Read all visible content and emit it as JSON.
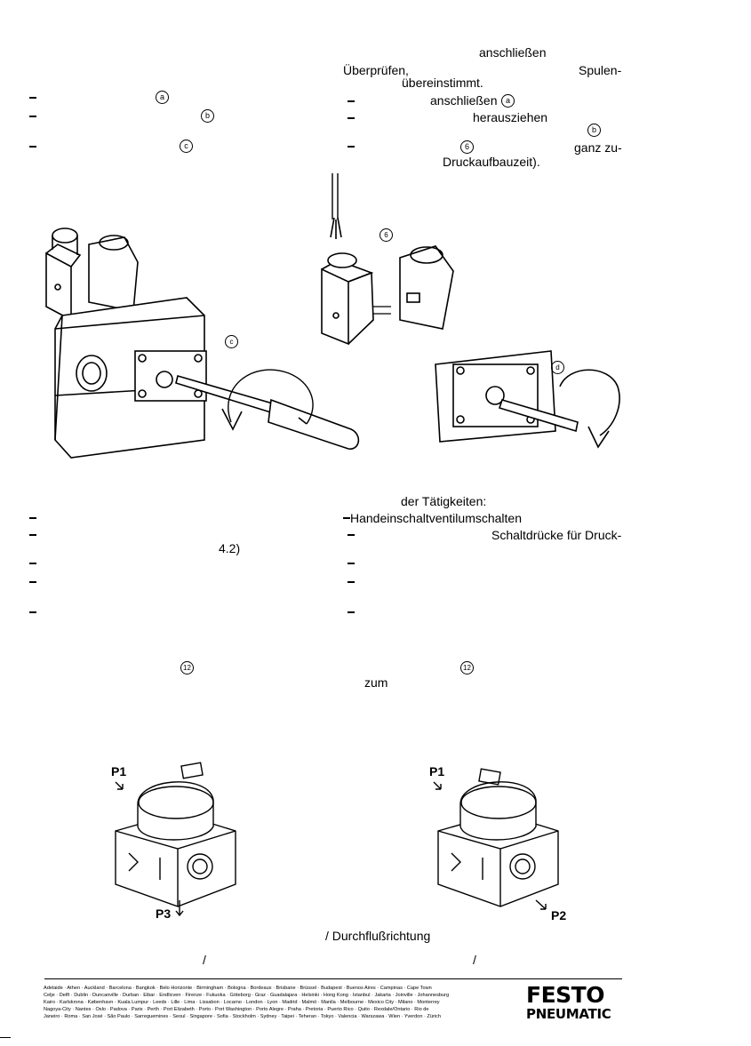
{
  "top_right": {
    "line1_word": "anschließen",
    "line2_left": "Überprüfen,",
    "line2_right": "Spulen-",
    "line3": "übereinstimmt.",
    "item1_word": "anschließen",
    "item1_marker": "a",
    "item2_word": "herausziehen",
    "item2_marker": "b",
    "item3_marker": "6",
    "item3_right": "ganz zu-",
    "item3_line2": "Druckaufbauzeit)."
  },
  "top_left": {
    "marker_a": "a",
    "marker_b": "b",
    "marker_c": "c"
  },
  "figures": {
    "fig1_callout": "c",
    "fig2_callout_top": "6",
    "fig2_callout_d": "d"
  },
  "mid": {
    "heading": "der Tätigkeiten:",
    "right_item1": "Handeinschaltventilumschalten",
    "right_item2": "Schaltdrücke für Druck-",
    "left_ref": "4.2)",
    "left_marker": "12",
    "right_marker": "12",
    "right_word": "zum"
  },
  "valves": {
    "left_p1": "P1",
    "left_p3": "P3",
    "right_p1": "P1",
    "right_p2": "P2"
  },
  "bottom": {
    "caption": "/ Durchflußrichtung",
    "slash_left": "/",
    "slash_right": "/"
  },
  "footer": {
    "cities_line1": "Adelaide · Athen · Auckland · Barcelona · Bangkok · Belo Horizonte · Birmingham · Bologna · Bordeaux · Brisbane · Brüssel · Budapest · Buenos Aires · Campinas · Cape Town",
    "cities_line2": "Celje · Delft · Dublin · Duncanville · Durban · Eibar · Endlicven · Firenze · Fukuoka · Göteborg · Graz · Guadalajara · Helsinki · Hong Kong · Istanbul · Jakarta · Joinville · Johannesburg",
    "cities_line3": "Kairo · Karlskrona · København · Kuala Lumpur · Leeds · Lille · Lima · Lissabon · Locarno · London · Lyon · Madrid · Malmö · Manila · Melbourne · Mexico City · Milano · Monterrey",
    "cities_line4": "Nagoya-City · Nantes · Oslo · Padova · Paris · Perth · Port Elizabeth · Porto · Port Washington · Porto Alegre · Praha · Pretoria · Puerto Rico · Quito · Rexdale/Ontario · Rio de",
    "cities_line5": "Janeiro · Roma · San José · São Paulo · Sarreguemines · Seoul · Singapore · Sofia · Stockholm · Sydney · Taipei · Teheran · Tokyo · Valencia · Warszawa · Wien · Yverdon · Zürich",
    "logo_top": "FESTO",
    "logo_bottom": "PNEUMATIC"
  }
}
